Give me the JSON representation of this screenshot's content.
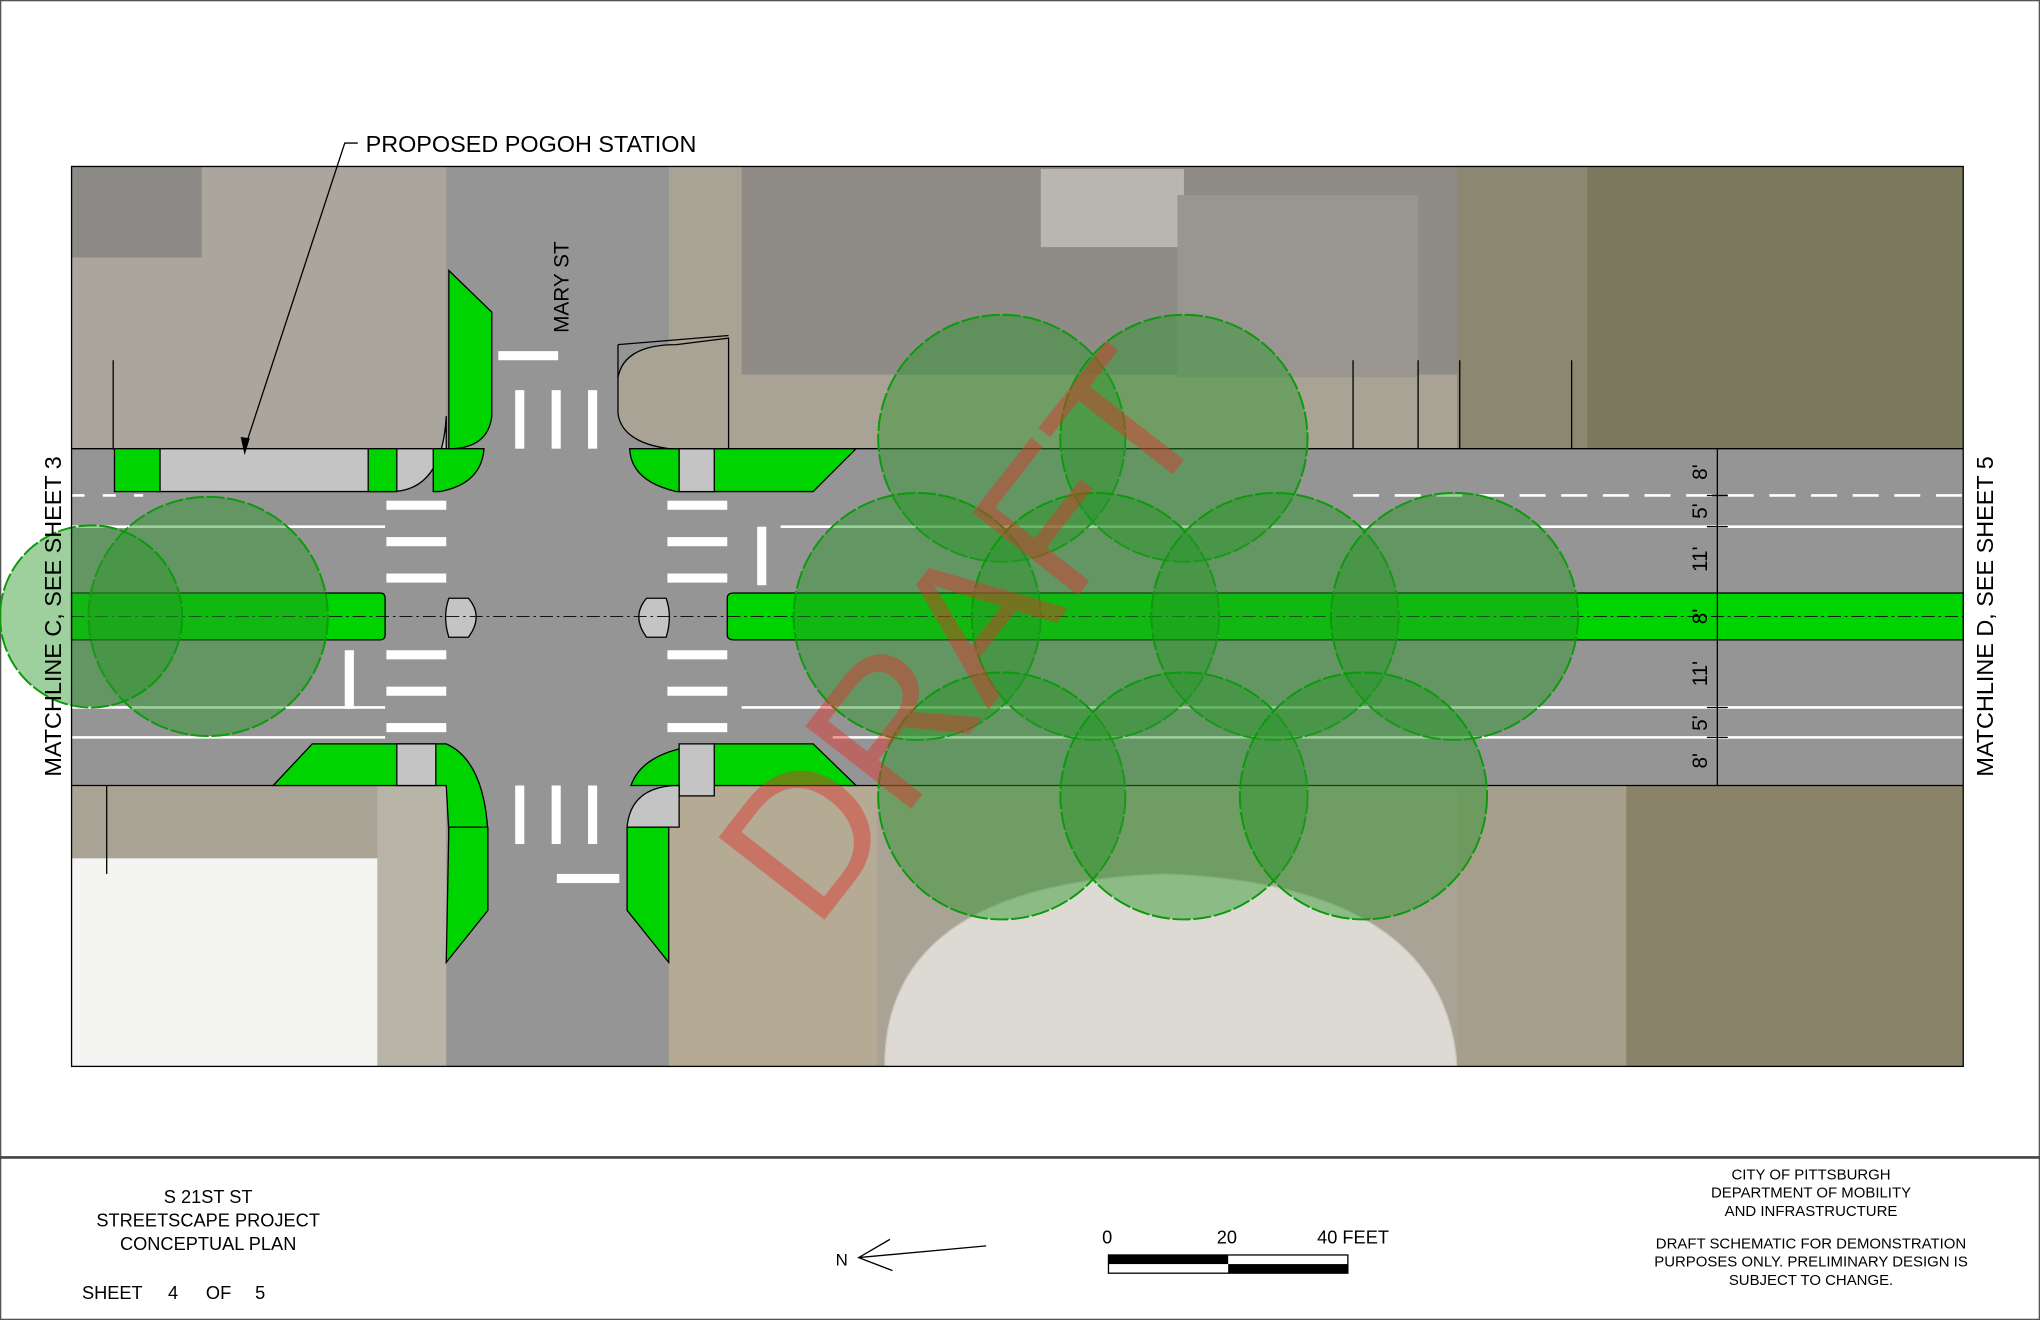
{
  "callout": {
    "pogoh": "PROPOSED POGOH STATION"
  },
  "streets": {
    "cross_street": "MARY ST"
  },
  "matchlines": {
    "left": "MATCHLINE C, SEE SHEET 3",
    "right": "MATCHLINE D, SEE SHEET 5"
  },
  "dimensions": [
    "8'",
    "5'",
    "11'",
    "8'",
    "11'",
    "5'",
    "8'"
  ],
  "watermark": "DRAFT",
  "title_block": {
    "project_line1": "S 21ST ST",
    "project_line2": "STREETSCAPE PROJECT",
    "project_line3": "CONCEPTUAL PLAN",
    "sheet_label": "SHEET",
    "sheet_number": "4",
    "sheet_of": "OF",
    "sheet_total": "5",
    "north_label": "N",
    "scale_0": "0",
    "scale_20": "20",
    "scale_40": "40 FEET",
    "agency_line1": "CITY OF PITTSBURGH",
    "agency_line2": "DEPARTMENT OF MOBILITY",
    "agency_line3": "AND INFRASTRUCTURE",
    "disclaimer_line1": "DRAFT SCHEMATIC FOR DEMONSTRATION",
    "disclaimer_line2": "PURPOSES ONLY. PRELIMINARY DESIGN IS",
    "disclaimer_line3": "SUBJECT TO CHANGE."
  },
  "colors": {
    "green": "#00d400",
    "road": "#959595",
    "sidewalk": "#c4c4c4",
    "draft": "#e0302a"
  }
}
